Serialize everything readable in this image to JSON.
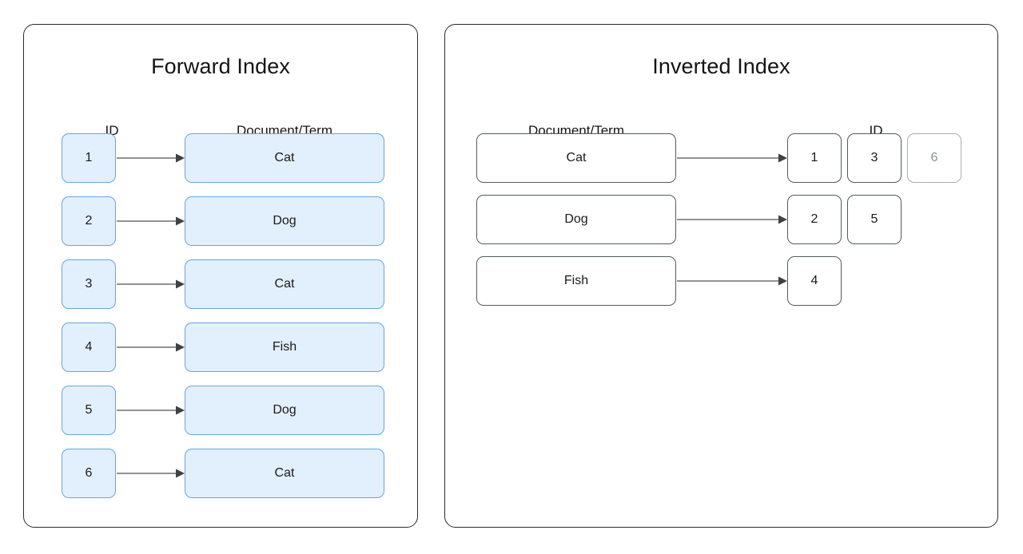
{
  "diagram": {
    "title_left": "Forward Index",
    "title_right": "Inverted Index"
  },
  "colors": {
    "panel_border": "#2b2b2b",
    "blue_fill": "#e2effc",
    "blue_border": "#6aa4e0",
    "white_fill": "#ffffff",
    "gray_border": "#555a5e",
    "dim_border": "#a9adb1",
    "dim_text": "#8b9095",
    "arrow_line": "#6e6e6e",
    "arrow_head": "#3d4246",
    "text": "#1a1a1a"
  },
  "forward_index": {
    "title": "Forward Index",
    "headers": {
      "left": "ID",
      "right": "Document/Term"
    },
    "arrow_icon": "arrow-right-icon",
    "rows": [
      {
        "id": "1",
        "term": "Cat"
      },
      {
        "id": "2",
        "term": "Dog"
      },
      {
        "id": "3",
        "term": "Cat"
      },
      {
        "id": "4",
        "term": "Fish"
      },
      {
        "id": "5",
        "term": "Dog"
      },
      {
        "id": "6",
        "term": "Cat"
      }
    ]
  },
  "inverted_index": {
    "title": "Inverted Index",
    "headers": {
      "left": "Document/Term",
      "right": "ID"
    },
    "arrow_icon": "arrow-right-icon",
    "rows": [
      {
        "term": "Cat",
        "ids": [
          "1",
          "3",
          "6"
        ],
        "dimmed": [
          false,
          false,
          true
        ]
      },
      {
        "term": "Dog",
        "ids": [
          "2",
          "5"
        ],
        "dimmed": [
          false,
          false
        ]
      },
      {
        "term": "Fish",
        "ids": [
          "4"
        ],
        "dimmed": [
          false
        ]
      }
    ]
  }
}
